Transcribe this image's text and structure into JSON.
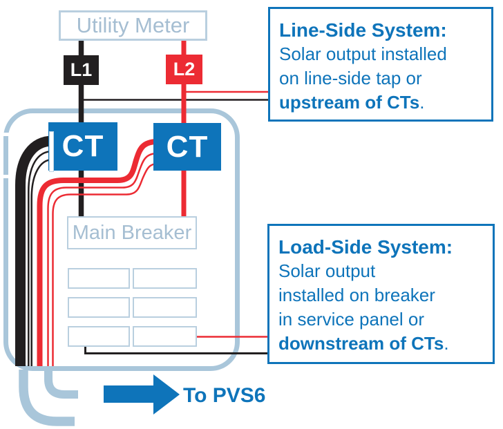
{
  "labels": {
    "utility_meter": "Utility Meter",
    "l1": "L1",
    "l2": "L2",
    "ct": "CT",
    "main_breaker": "Main Breaker",
    "to_pvs6": "To PVS6"
  },
  "callouts": {
    "line_side": {
      "title": "Line-Side System:",
      "line1": "Solar output installed",
      "line2": "on line-side tap or",
      "emphasis": "upstream of CTs",
      "suffix": "."
    },
    "load_side": {
      "title": "Load-Side System:",
      "line1": "Solar output",
      "line2": "installed on breaker",
      "line3": "in service panel or",
      "emphasis": "downstream of CTs",
      "suffix": "."
    }
  },
  "colors": {
    "blue": "#0E74BA",
    "red": "#EC2B33",
    "black": "#221F20",
    "panel_blue": "#A9C6DA",
    "pale_border": "#B9CFDF",
    "pale_text": "#A5BED2"
  }
}
